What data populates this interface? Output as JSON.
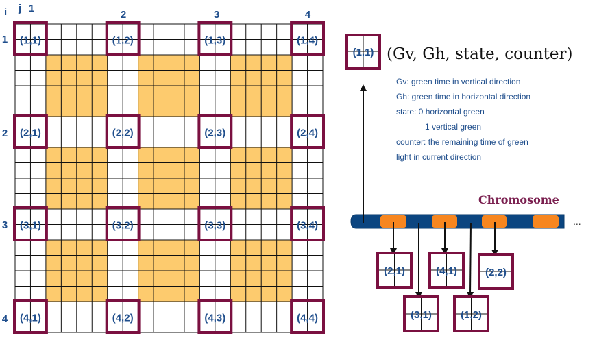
{
  "colors": {
    "block_fill": "#fdcb6e",
    "grid_line": "#111111",
    "intersection_border": "#7a1040",
    "label_text": "#1f4e8c",
    "chromosome_bar": "#0b4580",
    "gene_fill": "#f7861f",
    "chromosome_title": "#7a1f4f"
  },
  "grid": {
    "cells_per_side": 20,
    "axis_i_label": "i",
    "axis_j_label": "j",
    "column_labels": [
      "1",
      "2",
      "3",
      "4"
    ],
    "row_labels": [
      "1",
      "2",
      "3",
      "4"
    ],
    "intersections": [
      [
        "(1,1)",
        "(1,2)",
        "(1,3)",
        "(1,4)"
      ],
      [
        "(2,1)",
        "(2,2)",
        "(2,3)",
        "(2,4)"
      ],
      [
        "(3,1)",
        "(3,2)",
        "(3,3)",
        "(3,4)"
      ],
      [
        "(4,1)",
        "(4,2)",
        "(4,3)",
        "(4,4)"
      ]
    ]
  },
  "legend": {
    "box_label": "(1,1)",
    "tuple": "(Gv, Gh, state, counter)",
    "lines": [
      "Gv: green time in  vertical direction",
      "Gh: green time in horizontal direction",
      "state: 0 horizontal green",
      "1 vertical green",
      "counter: the remaining time of green",
      "light in current direction"
    ]
  },
  "chromosome": {
    "title": "Chromosome",
    "ellipsis": "...",
    "gene_count": 4,
    "decoded_boxes": [
      "(2,1)",
      "(3,1)",
      "(4,1)",
      "(1,2)",
      "(2,2)"
    ]
  }
}
